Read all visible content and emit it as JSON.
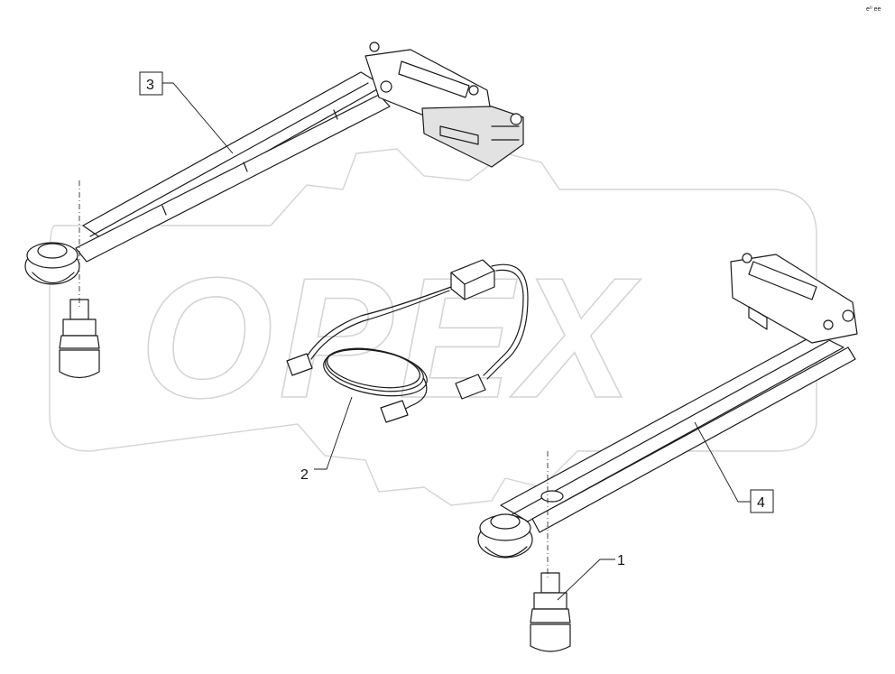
{
  "watermark": {
    "text": "OPEX"
  },
  "corner_mark": {
    "text": "e⁰ ee"
  },
  "callouts": [
    {
      "id": "1",
      "label": "1"
    },
    {
      "id": "2",
      "label": "2"
    },
    {
      "id": "3",
      "label": "3"
    },
    {
      "id": "4",
      "label": "4"
    }
  ],
  "colors": {
    "line": "#1a1a1a",
    "watermark": "#d4d4d4",
    "background": "#ffffff"
  }
}
